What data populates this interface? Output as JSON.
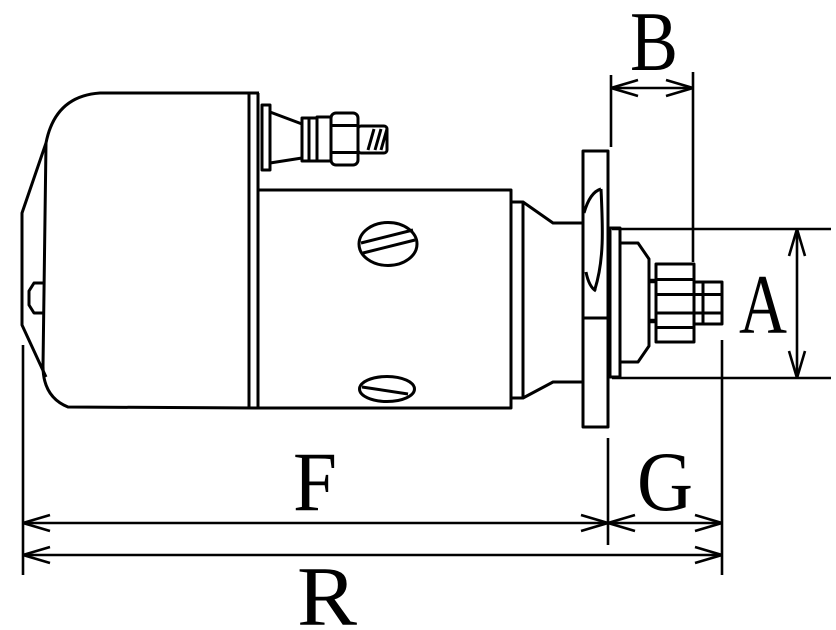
{
  "figure": {
    "kind": "technical-dimension-drawing",
    "subject": "starter-motor-side-view"
  },
  "colors": {
    "background": "#ffffff",
    "line": "#000000"
  },
  "dimensions": {
    "B": {
      "label": "B",
      "orientation": "horizontal"
    },
    "A": {
      "label": "A",
      "orientation": "vertical"
    },
    "F": {
      "label": "F",
      "orientation": "horizontal"
    },
    "G": {
      "label": "G",
      "orientation": "horizontal"
    },
    "R": {
      "label": "R",
      "orientation": "horizontal"
    }
  }
}
